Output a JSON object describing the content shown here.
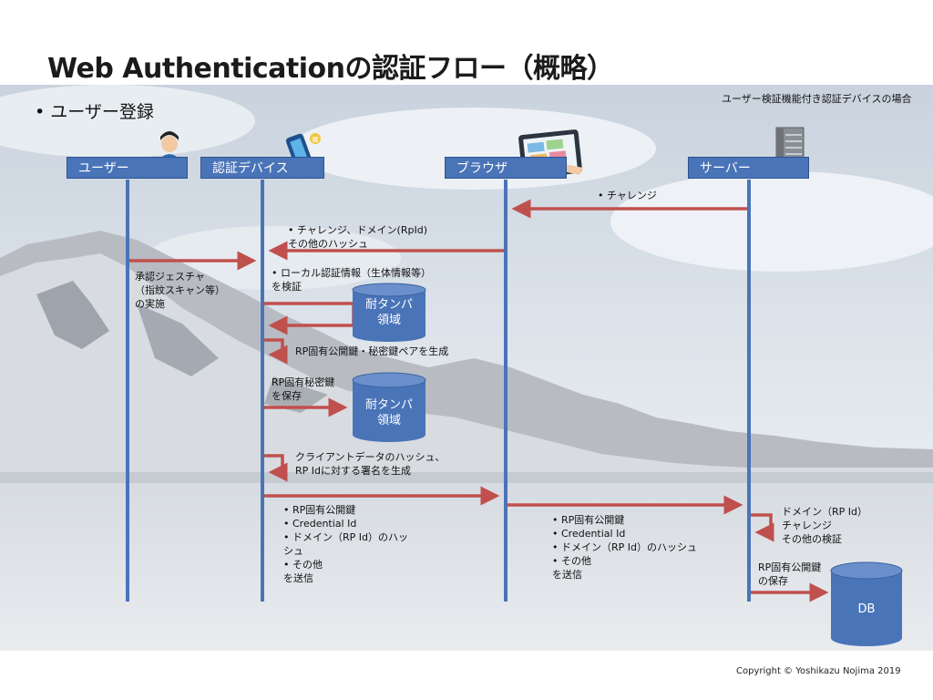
{
  "title": "Web Authenticationの認証フロー（概略）",
  "bullet": "•  ユーザー登録",
  "note_top": "ユーザー検証機能付き認証デバイスの場合",
  "actors": {
    "user": "ユーザー",
    "device": "認証デバイス",
    "browser": "ブラウザ",
    "server": "サーバー"
  },
  "messages": {
    "challenge": [
      "•  チャレンジ"
    ],
    "challenge_domain": [
      "•  チャレンジ、ドメイン(RpId)",
      "   その他のハッシュ"
    ],
    "approval": [
      "承認ジェスチャ",
      "（指紋スキャン等）",
      "の実施"
    ],
    "local_auth": [
      "•  ローカル認証情報（生体情報等）",
      "を検証"
    ],
    "generate_keypair": [
      "RP固有公開鍵・秘密鍵ペアを生成"
    ],
    "save_private": [
      "RP固有秘密鍵",
      "を保存"
    ],
    "sign": [
      "クライアントデータのハッシュ、",
      "RP Idに対する署名を生成"
    ],
    "device_to_browser": [
      "•   RP固有公開鍵",
      "•   Credential Id",
      "•   ドメイン（RP Id）のハッ",
      "    シュ",
      "•   その他",
      "を送信"
    ],
    "browser_to_server": [
      "•   RP固有公開鍵",
      "•   Credential Id",
      "•   ドメイン（RP Id）のハッシュ",
      "•   その他",
      "を送信"
    ],
    "server_verify": [
      "ドメイン（RP Id）",
      "チャレンジ",
      "その他の検証"
    ],
    "server_save": [
      "RP固有公開鍵",
      "の保存"
    ]
  },
  "stores": {
    "tamper1": [
      "耐タンパ",
      "領域"
    ],
    "tamper2": [
      "耐タンパ",
      "領域"
    ],
    "db": "DB"
  },
  "copyright": "Copyright © Yoshikazu Nojima 2019",
  "colors": {
    "lifeline": "#4a74b8",
    "arrow": "#c0504d",
    "cylinder": "#4a74b8"
  }
}
